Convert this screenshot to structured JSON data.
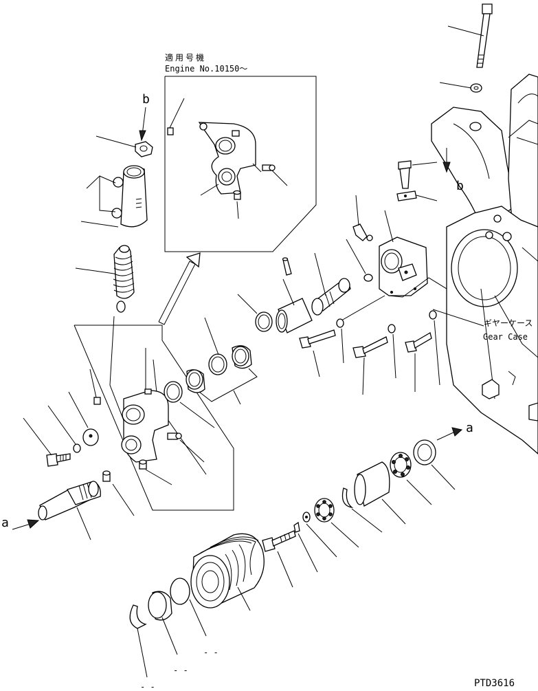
{
  "inset": {
    "title_jp": "適用号機",
    "title_en": "Engine No.10150～"
  },
  "gear_case": {
    "label_jp": "ギヤーケース",
    "label_en": "Gear Case"
  },
  "refs": {
    "a_left": "a",
    "a_right": "a",
    "b_top": "b",
    "b_right": "b"
  },
  "marks": {
    "m1": "- -",
    "m2": "- -",
    "m3": "- -"
  },
  "drawing_id": "PTD3616"
}
